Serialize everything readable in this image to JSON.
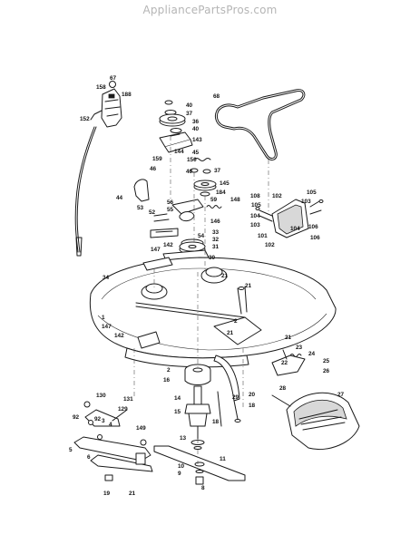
{
  "watermark": "AppliancePartsPros.com",
  "callouts": [
    "67",
    "158",
    "188",
    "152",
    "68",
    "40",
    "37",
    "36",
    "40",
    "143",
    "144",
    "45",
    "150",
    "159",
    "40",
    "37",
    "46",
    "145",
    "184",
    "44",
    "148",
    "56",
    "55",
    "59",
    "53",
    "52",
    "146",
    "108",
    "102",
    "105",
    "105",
    "103",
    "104",
    "103",
    "106",
    "104",
    "106",
    "101",
    "102",
    "33",
    "54",
    "32",
    "31",
    "142",
    "147",
    "30",
    "21",
    "34",
    "21",
    "1",
    "147",
    "2",
    "21",
    "142",
    "2",
    "16",
    "14",
    "15",
    "20",
    "29",
    "18",
    "18",
    "13",
    "21",
    "23",
    "24",
    "22",
    "25",
    "26",
    "28",
    "27",
    "130",
    "131",
    "92",
    "129",
    "92",
    "4",
    "3",
    "149",
    "5",
    "6",
    "19",
    "21",
    "11",
    "10",
    "9",
    "8"
  ]
}
